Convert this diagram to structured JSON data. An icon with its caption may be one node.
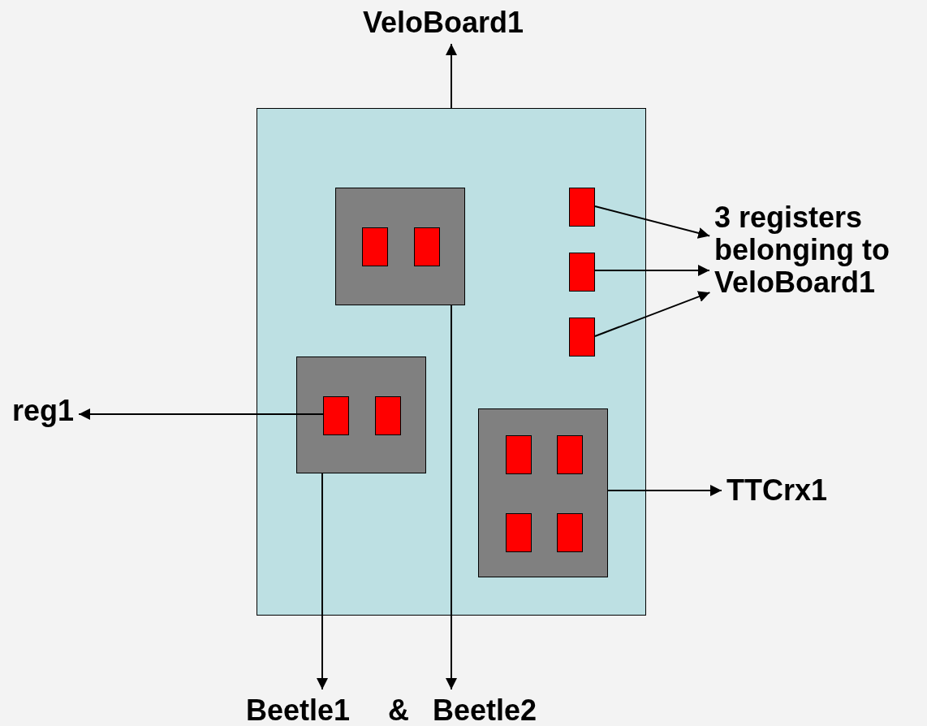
{
  "diagram": {
    "nodes": [
      {
        "text": [],
        "shape": "box"
      },
      {
        "text": [],
        "shape": "box",
        "in": 0
      },
      {
        "text": [],
        "shape": "box",
        "in": 1
      },
      {
        "text": [],
        "shape": "box",
        "in": 1
      },
      {
        "text": [],
        "shape": "box",
        "in": 0
      },
      {
        "text": [],
        "shape": "box",
        "in": 4
      },
      {
        "text": [],
        "shape": "box",
        "in": 4
      },
      {
        "text": [],
        "shape": "box",
        "in": 0
      },
      {
        "text": [],
        "shape": "box",
        "in": 7
      },
      {
        "text": [],
        "shape": "box",
        "in": 7
      },
      {
        "text": [],
        "shape": "box",
        "in": 7
      },
      {
        "text": [],
        "shape": "box",
        "in": 7
      },
      {
        "text": [],
        "shape": "box",
        "in": 0
      },
      {
        "text": [],
        "shape": "box",
        "in": 0
      },
      {
        "text": [],
        "shape": "box",
        "in": 0
      },
      {
        "text": [
          "VeloBoard1"
        ]
      },
      {
        "text": [
          "3 registers belonging to VeloBoard1"
        ]
      },
      {
        "text": [
          "reg1"
        ]
      },
      {
        "text": [
          "TTCrx1"
        ]
      },
      {
        "text": [
          "Beetle1"
        ]
      },
      {
        "text": [
          "Beetle2"
        ]
      }
    ],
    "edges": [
      {
        "from": 0,
        "to": 15,
        "arrow": "to"
      },
      {
        "from": 12,
        "to": 16,
        "arrow": "to"
      },
      {
        "from": 13,
        "to": 16,
        "arrow": "to"
      },
      {
        "from": 14,
        "to": 16,
        "arrow": "to"
      },
      {
        "from": 5,
        "to": 17,
        "arrow": "to"
      },
      {
        "from": 7,
        "to": 18,
        "arrow": "to"
      },
      {
        "from": 4,
        "to": 19,
        "arrow": "to"
      },
      {
        "from": 1,
        "to": 20,
        "arrow": "to"
      }
    ],
    "labels": [
      "&"
    ]
  }
}
